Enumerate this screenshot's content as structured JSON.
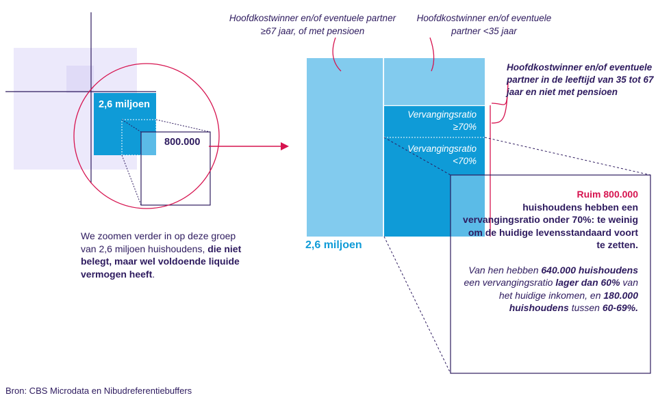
{
  "left": {
    "label_total": "2,6 miljoen",
    "label_zoom": "800.000",
    "description_plain": "We zoomen verder in op deze groep van 2,6 miljoen huishoudens, ",
    "description_bold": "die niet belegt, maar wel voldoende liquide vermogen heeft",
    "description_end": "."
  },
  "right": {
    "caption_pensioen": "Hoofdkostwinner en/of eventuele partner ≥67 jaar, of met pensioen",
    "caption_jong": "Hoofdkostwinner en/of eventuele partner <35 jaar",
    "caption_midden": "Hoofdkostwinner en/of eventuele partner in de leeftijd van 35 tot 67 jaar en niet met pensioen",
    "ratio_high_line1": "Vervangingsratio",
    "ratio_high_line2": "≥70%",
    "ratio_low_line1": "Vervangingsratio",
    "ratio_low_line2": "<70%",
    "label_total": "2,6 miljoen"
  },
  "box": {
    "p1_red": "Ruim 800.000",
    "p1_rest": "huishoudens hebben een vervangingsratio onder 70%: te weinig om de huidige levensstandaard voort te zetten.",
    "p2_a": "Van hen hebben ",
    "p2_b": "640.000 huishoudens",
    "p2_c": " een vervangingsratio ",
    "p2_d": "lager dan 60%",
    "p2_e": " van het huidige inkomen, en ",
    "p2_f": "180.000 huishoudens",
    "p2_g": " tussen ",
    "p2_h": "60-69%."
  },
  "source": "Bron: CBS Microdata en Nibudreferentiebuffers",
  "colors": {
    "dark_purple": "#2d1a5e",
    "lavender": "#ece9fb",
    "light_blue": "#82cbee",
    "mid_blue": "#0f9bd7",
    "accent_red": "#d6134f"
  }
}
